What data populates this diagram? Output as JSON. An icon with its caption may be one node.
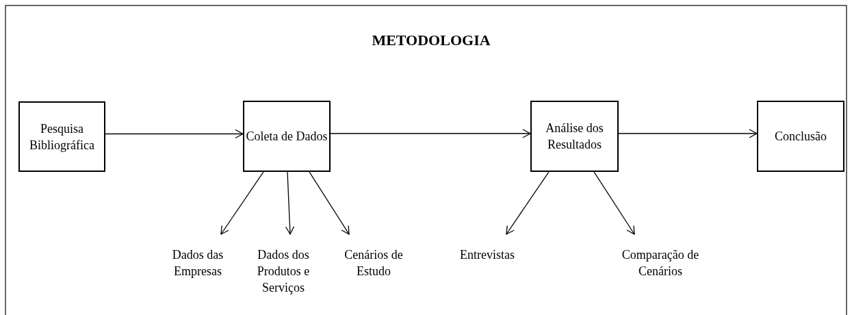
{
  "diagram": {
    "title": "METODOLOGIA",
    "nodes": [
      {
        "text": [
          "Pesquisa Bibliográfica"
        ]
      },
      {
        "text": [
          "Coleta de Dados"
        ]
      },
      {
        "text": [
          "Análise dos Resultados"
        ]
      },
      {
        "text": [
          "Conclusão"
        ]
      },
      {
        "text": [
          "Dados das Empresas"
        ]
      },
      {
        "text": [
          "Dados dos Produtos e Serviços"
        ]
      },
      {
        "text": [
          "Cenários de Estudo"
        ]
      },
      {
        "text": [
          "Entrevistas"
        ]
      },
      {
        "text": [
          "Comparação de Cenários"
        ]
      }
    ],
    "edges": [
      {
        "from": 0,
        "to": 1,
        "arrow": "to"
      },
      {
        "from": 1,
        "to": 2,
        "arrow": "to"
      },
      {
        "from": 2,
        "to": 3,
        "arrow": "to"
      },
      {
        "from": 1,
        "to": 4,
        "arrow": "to"
      },
      {
        "from": 1,
        "to": 5,
        "arrow": "to"
      },
      {
        "from": 1,
        "to": 6,
        "arrow": "to"
      },
      {
        "from": 2,
        "to": 7,
        "arrow": "to"
      },
      {
        "from": 2,
        "to": 8,
        "arrow": "to"
      }
    ]
  }
}
